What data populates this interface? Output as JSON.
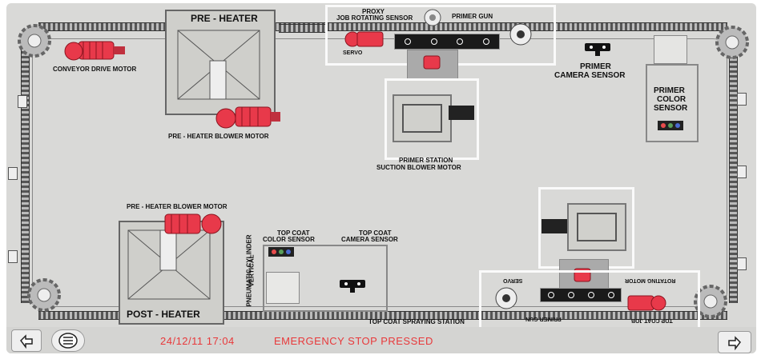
{
  "labels": {
    "pre_heater": "PRE - HEATER",
    "post_heater": "POST - HEATER",
    "conveyor_drive_motor": "CONVEYOR DRIVE MOTOR",
    "pre_heater_blower_motor_top": "PRE - HEATER BLOWER MOTOR",
    "pre_heater_blower_motor_bottom": "PRE - HEATER BLOWER MOTOR",
    "proxy": "PROXY",
    "job_rotating_sensor": "JOB ROTATING SENSOR",
    "primer_gun": "PRIMER GUN",
    "servo": "SERVO",
    "primer_camera_sensor_line1": "PRIMER",
    "primer_camera_sensor_line2": "CAMERA SENSOR",
    "primer_color_sensor_line1": "PRIMER",
    "primer_color_sensor_line2": "COLOR",
    "primer_color_sensor_line3": "SENSOR",
    "primer_station_line1": "PRIMER STATION",
    "primer_station_line2": "SUCTION BLOWER MOTOR",
    "top_coat_color_sensor_line1": "TOP COAT",
    "top_coat_color_sensor_line2": "COLOR SENSOR",
    "top_coat_camera_sensor_line1": "TOP COAT",
    "top_coat_camera_sensor_line2": "CAMERA SENSOR",
    "vertical_line1": "VERTICAL",
    "vertical_line2": "PNEUMATIC CYLINDER",
    "top_coat_spraying_station": "TOP COAT SPRAYING STATION",
    "servo_flipped": "SERVO",
    "rotating_motor_flipped": "ROTATING MOTOR",
    "primer_gun_flipped": "PRIMER GUN",
    "top_coat_job_flipped": "TOP COAT JOB"
  },
  "status": {
    "datetime": "24/12/11 17:04",
    "message": "EMERGENCY STOP PRESSED"
  },
  "colors": {
    "motor": "#e8394a",
    "alarm_text": "#e8393b",
    "background": "#d9d9d7"
  },
  "icons": {
    "back": "hand-back-icon",
    "menu": "menu-list-icon",
    "next": "hand-forward-icon"
  }
}
